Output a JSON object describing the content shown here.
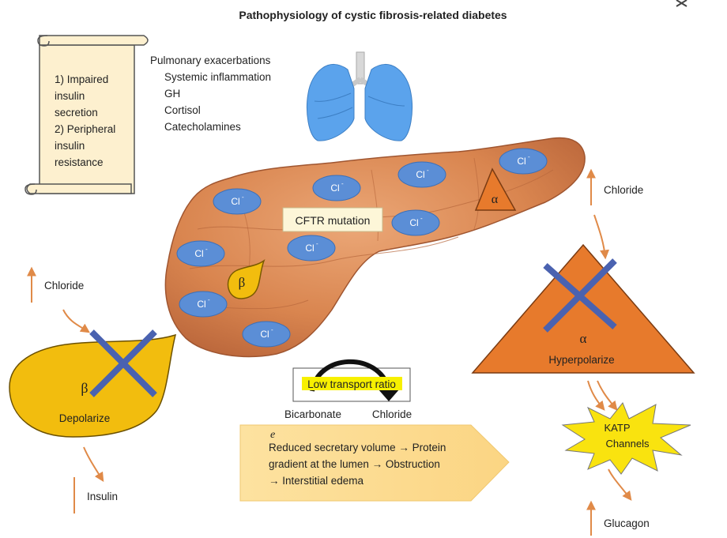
{
  "title": "Pathophysiology of cystic fibrosis-related diabetes",
  "scroll": {
    "line1": "1) Impaired",
    "line2": "insulin",
    "line3": "secretion",
    "line4": "2) Peripheral",
    "line5": "insulin",
    "line6": "resistance"
  },
  "factors": {
    "heading": "Pulmonary exacerbations",
    "items": [
      "Systemic inflammation",
      "GH",
      "Cortisol",
      "Catecholamines"
    ]
  },
  "pancreas": {
    "chloride_symbol": "Cl",
    "chloride_charge": "-",
    "cftr_label": "CFTR mutation",
    "alpha_symbol": "α",
    "beta_symbol": "β"
  },
  "beta_cell": {
    "chloride_label": "Chloride",
    "symbol": "β",
    "state_label": "Depolarize",
    "output_label": "Insulin"
  },
  "alpha_cell": {
    "chloride_label": "Chloride",
    "symbol": "α",
    "state_label": "Hyperpolarize",
    "katp_line1": "KATP",
    "katp_line2": "Channels",
    "output_label": "Glucagon"
  },
  "transport": {
    "box_label": "Low transport ratio",
    "left_label": "Bicarbonate",
    "right_label": "Chloride"
  },
  "consequence": {
    "letter": "e",
    "line1": "Reduced secretary volume → Protein",
    "line2": "gradient at the lumen → Obstruction",
    "line3": "→ Interstitial edema"
  },
  "colors": {
    "pancreas": "#d9854f",
    "chloride_ion": "#5b8ed6",
    "beta_fill": "#f2bd0e",
    "alpha_fill": "#e77a2c",
    "cross": "#4a62b0",
    "arrow": "#e08a48",
    "lungs": "#5ba3ec",
    "consequence_fill": "#fde3a0",
    "highlight": "#f7f000"
  }
}
